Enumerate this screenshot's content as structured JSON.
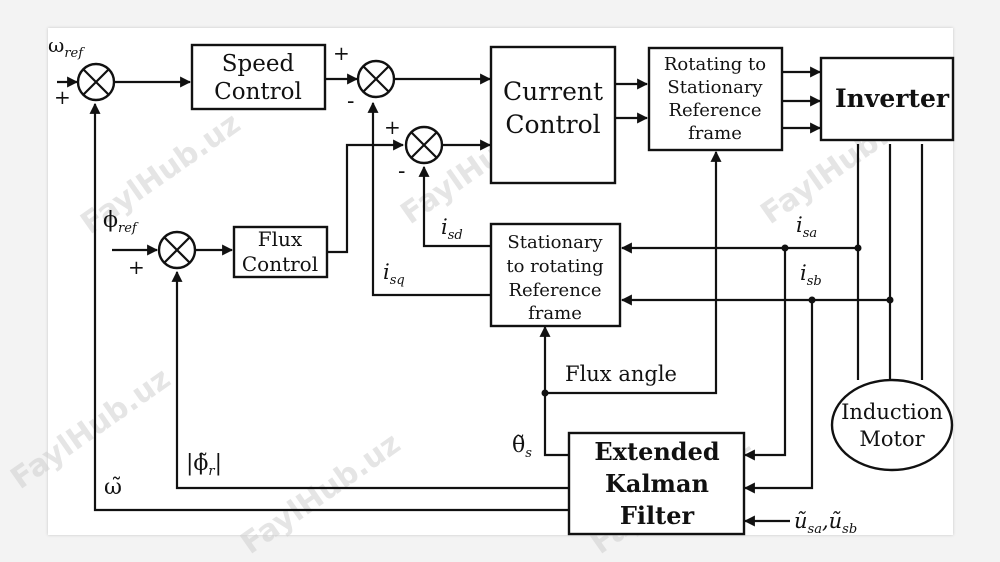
{
  "watermark": "FaylHub.uz",
  "blocks": {
    "speed_control": [
      "Speed",
      "Control"
    ],
    "current_control": [
      "Current",
      "Control"
    ],
    "rot_to_stat": [
      "Rotating to",
      "Stationary",
      "Reference",
      "frame"
    ],
    "inverter": "Inverter",
    "flux_control": [
      "Flux",
      "Control"
    ],
    "stat_to_rot": [
      "Stationary",
      "to rotating",
      "Reference",
      "frame"
    ],
    "motor": [
      "Induction",
      "Motor"
    ],
    "ekf": [
      "Extended",
      "Kalman",
      "Filter"
    ]
  },
  "signals": {
    "omega_ref": {
      "sym": "ω",
      "sub": "ref"
    },
    "phi_ref": {
      "sym": "ϕ",
      "sub": "ref"
    },
    "i_sd": {
      "sym": "i",
      "sub": "sd"
    },
    "i_sq": {
      "sym": "i",
      "sub": "sq"
    },
    "i_sa": {
      "sym": "i",
      "sub": "sa"
    },
    "i_sb": {
      "sym": "i",
      "sub": "sb"
    },
    "flux_angle": "Flux angle",
    "theta_s": {
      "sym": "θ̃",
      "sub": "s"
    },
    "phi_r": {
      "text": "|ϕ̃",
      "sub": "r",
      "close": "|"
    },
    "omega_est": "ω̃",
    "u_inputs": {
      "u1": "ũ",
      "s1": "sa",
      "sep": ",",
      "u2": "ũ",
      "s2": "sb"
    }
  },
  "signs": {
    "speed_sum_plus": "+",
    "current_sum1_plus": "+",
    "current_sum1_minus": "-",
    "current_sum2_plus": "+",
    "current_sum2_minus": "-",
    "flux_sum_plus": "+"
  }
}
